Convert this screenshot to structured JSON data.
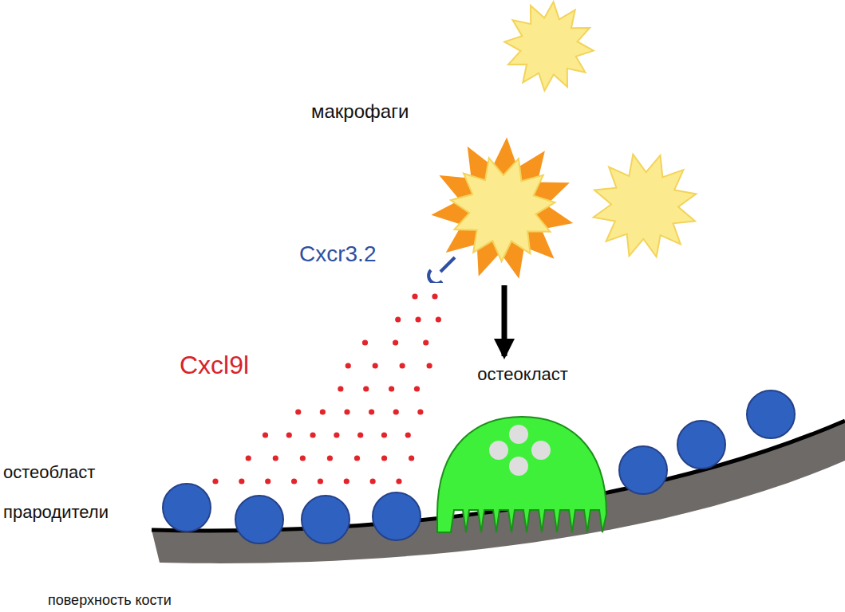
{
  "diagram": {
    "nodes": [
      {
        "text": [
          "Cxcr3.2"
        ]
      },
      {
        "text": [
          "остеокласт"
        ]
      }
    ],
    "edges": [
      {
        "from": 0,
        "to": 1,
        "arrow": "to"
      }
    ],
    "labels": [
      "макрофаги",
      "Cxcl9l",
      "остеобласт прародители",
      "поверхность кости"
    ]
  }
}
